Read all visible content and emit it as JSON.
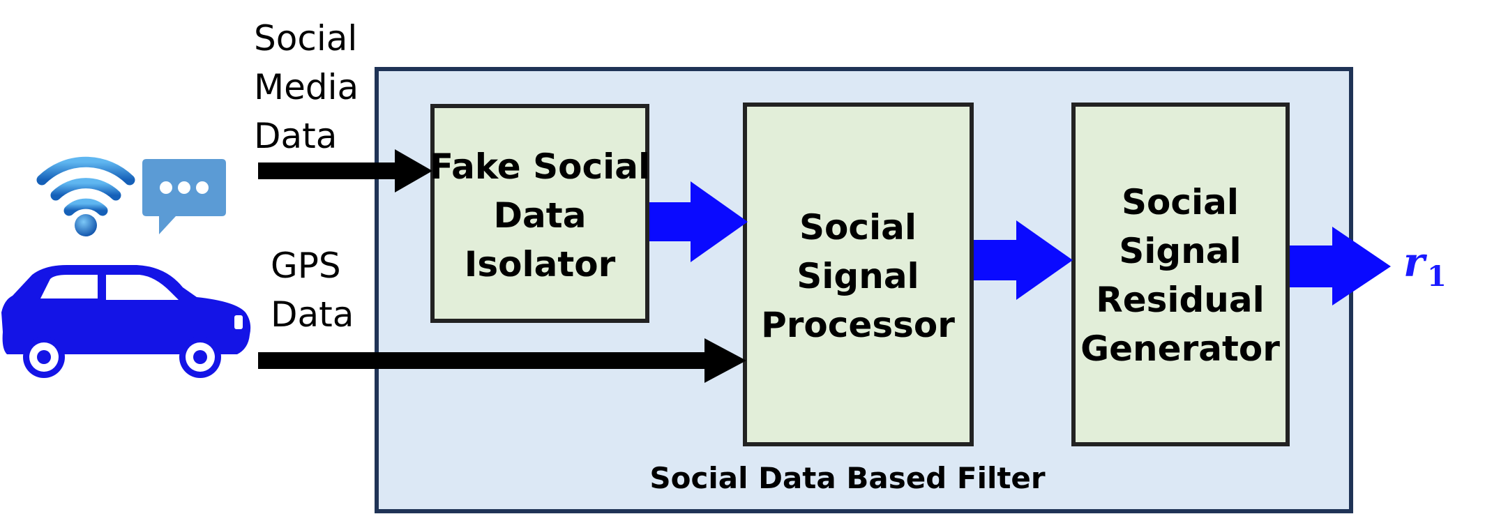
{
  "inputs": {
    "social_media": [
      "Social",
      "Media",
      "Data"
    ],
    "gps": [
      "GPS",
      "Data"
    ]
  },
  "filter": {
    "label": "Social Data Based Filter"
  },
  "blocks": {
    "isolator": [
      "Fake Social",
      "Data",
      "Isolator"
    ],
    "processor": [
      "Social",
      "Signal",
      "Processor"
    ],
    "residual": [
      "Social",
      "Signal",
      "Residual",
      "Generator"
    ]
  },
  "output": {
    "symbol": "r",
    "subscript": "1"
  },
  "icons": {
    "wifi": "wifi-icon",
    "chat": "chat-bubble-icon",
    "car": "car-icon"
  },
  "colors": {
    "filter_fill": "#dce8f5",
    "filter_border": "#1f3356",
    "block_fill": "#e2eed9",
    "block_border": "#222222",
    "blue_arrow": "#0a0aff",
    "black_arrow": "#000000",
    "car": "#1414e6",
    "chat": "#5b9bd5",
    "wifi": "#1f7fd0"
  }
}
